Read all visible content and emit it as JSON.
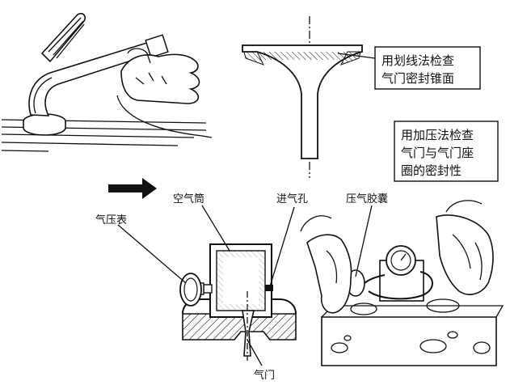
{
  "callouts": {
    "line_method": [
      "用划线法检查",
      "气门密封锥面"
    ],
    "pressure_method": [
      "用加压法检查",
      "气门与气门座",
      "圈的密封性"
    ]
  },
  "labels": {
    "air_cylinder": "空气筒",
    "inlet_hole": "进气孔",
    "pressure_bladder": "压气胶囊",
    "pressure_gauge": "气压表",
    "valve": "气门"
  }
}
